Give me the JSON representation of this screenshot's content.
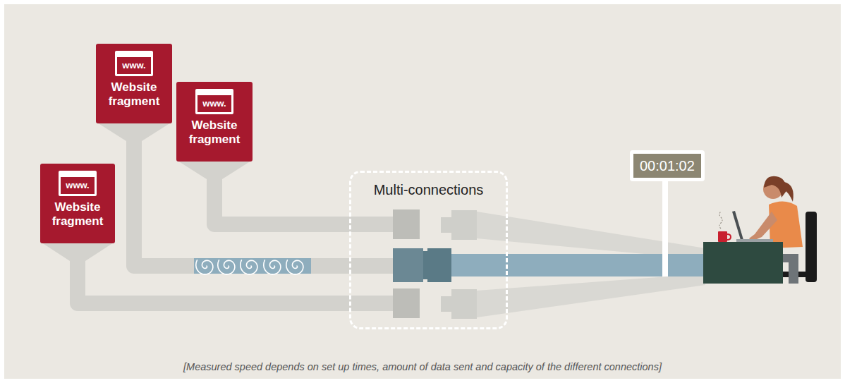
{
  "diagram": {
    "caption": "[Measured speed depends on set up times, amount of data sent and capacity of the different connections]",
    "nodes": [
      {
        "text": [
          "www.",
          "Website fragment"
        ]
      },
      {
        "text": [
          "www.",
          "Website fragment"
        ]
      },
      {
        "text": [
          "www.",
          "Website fragment"
        ]
      },
      {
        "text": [
          "Multi-connections"
        ]
      },
      {
        "text": [
          "00:01:02"
        ]
      }
    ],
    "edges": [
      {
        "from": 0,
        "to": 3,
        "arrow": "none"
      },
      {
        "from": 1,
        "to": 3,
        "arrow": "none"
      },
      {
        "from": 2,
        "to": 3,
        "arrow": "none"
      }
    ]
  }
}
